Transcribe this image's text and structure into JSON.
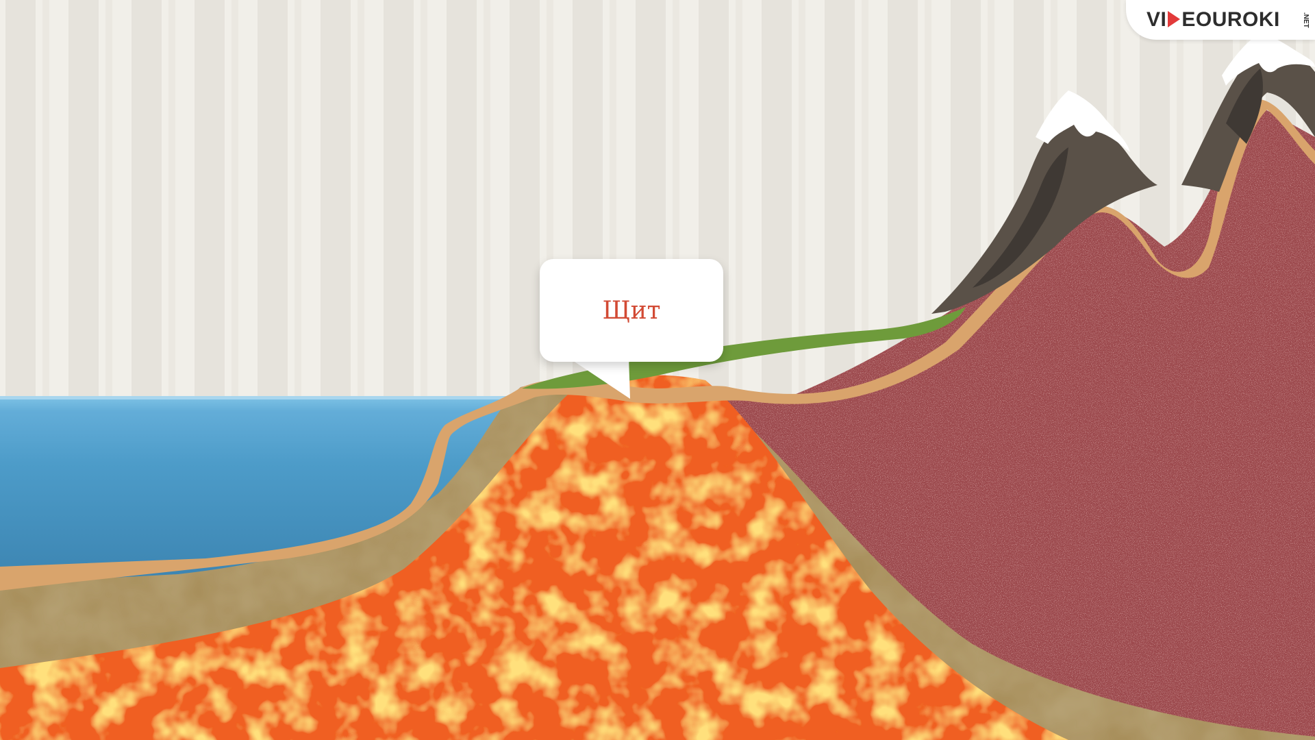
{
  "logo": {
    "part1": "VI",
    "part2": "EOUROKI",
    "suffix": ".NET"
  },
  "callout": {
    "label": "Щит"
  },
  "colors": {
    "background": "#f1efe9",
    "water": "#4b9ccb",
    "lava": "#f05f20",
    "crust_rock": "#9c4a4d",
    "soil": "#d9a46c",
    "lithosphere_band": "#a88f5c",
    "grass": "#6e9b3b",
    "mountain_rock": "#5a5148",
    "snow": "#ffffff",
    "label_text": "#d24a34"
  },
  "layers": [
    "water",
    "crust-rock",
    "soil",
    "lithosphere-band",
    "lava",
    "grass",
    "mountains",
    "snow-caps"
  ]
}
